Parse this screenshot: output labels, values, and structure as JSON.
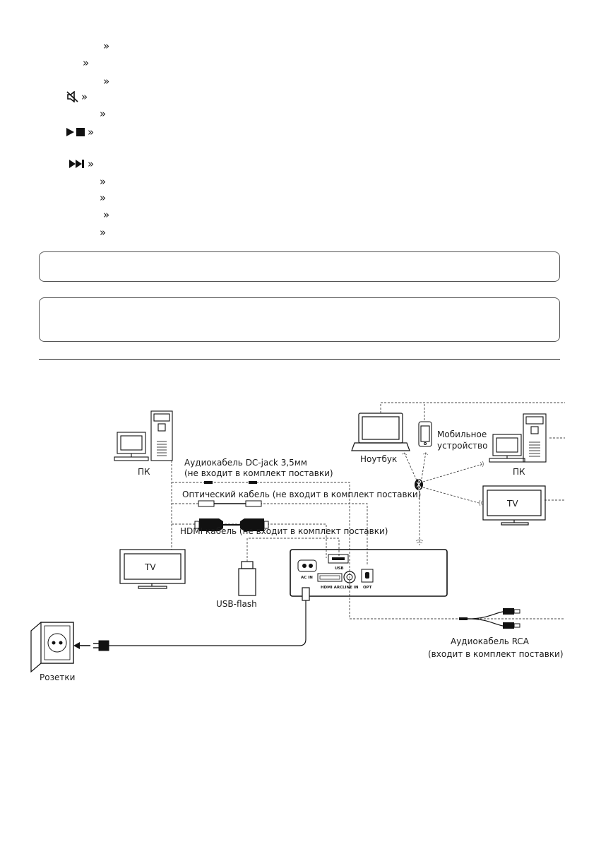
{
  "controls": [
    {
      "icon": "",
      "glyph": "»"
    },
    {
      "icon": "",
      "glyph": "»"
    },
    {
      "icon": "",
      "glyph": "»"
    },
    {
      "icon": "mute-icon",
      "glyph": "»"
    },
    {
      "icon": "",
      "glyph": "»"
    },
    {
      "icon": "play-stop-icon",
      "glyph": "»"
    },
    {
      "icon": "skip-next-icon",
      "glyph": "»"
    },
    {
      "icon": "",
      "glyph": "»"
    },
    {
      "icon": "",
      "glyph": "»"
    },
    {
      "icon": "",
      "glyph": "»"
    },
    {
      "icon": "",
      "glyph": "»"
    }
  ],
  "diagram": {
    "pc_left": "ПК",
    "pc_right": "ПК",
    "laptop": "Ноутбук",
    "mobile_line1": "Мобильное",
    "mobile_line2": "устройство",
    "dc_cable_line1": "Аудиокабель DC-jack 3,5мм",
    "dc_cable_line2": "(не входит в комплект поставки)",
    "optical_cable": "Оптический кабель (не входит в комплект поставки)",
    "hdmi_cable": "HDMI кабель (не входит в комплект поставки)",
    "tv_left": "TV",
    "tv_right": "TV",
    "usb_flash": "USB-flash",
    "sockets": "Розетки",
    "rca_line1": "Аудиокабель RCA",
    "rca_line2": "(входит в комплект поставки)",
    "port_usb": "USB",
    "port_ac_in": "AC IN",
    "port_hdmi_arc": "HDMI ARC",
    "port_line_in": "LINE IN",
    "port_opt": "OPT"
  }
}
